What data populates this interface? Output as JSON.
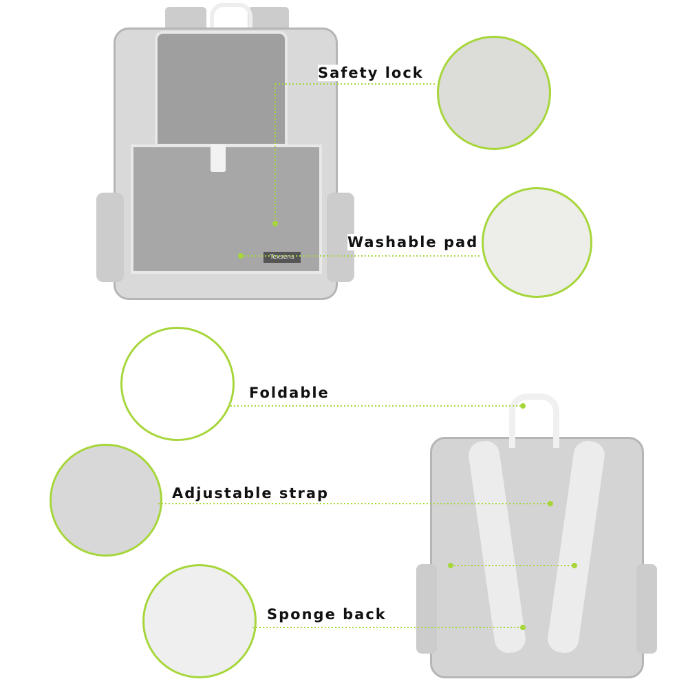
{
  "features": [
    {
      "label": "Safety lock"
    },
    {
      "label": "Washable pad"
    },
    {
      "label": "Foldable"
    },
    {
      "label": "Adjustable strap"
    },
    {
      "label": "Sponge back"
    }
  ],
  "brand_logo": "Texsens",
  "accent_color": "#a6d63a"
}
